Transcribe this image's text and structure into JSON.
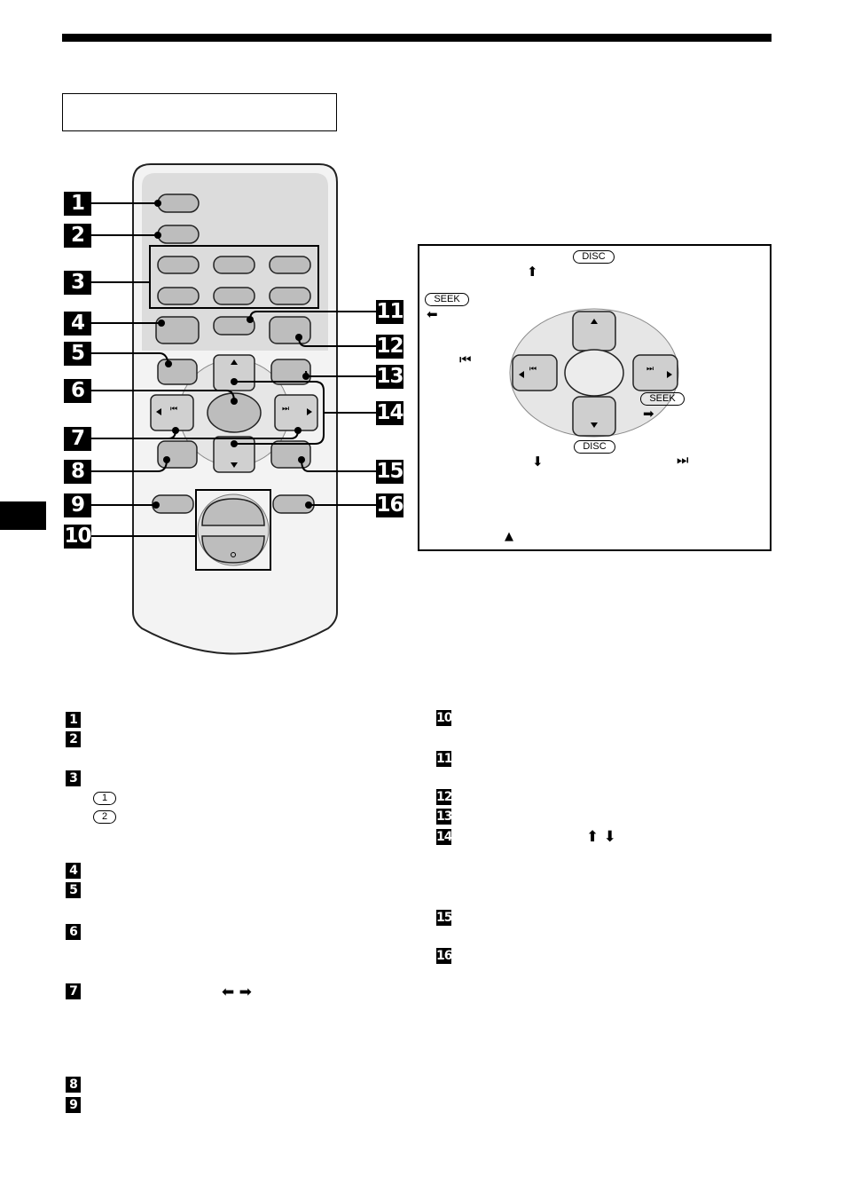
{
  "callouts": [
    "1",
    "2",
    "3",
    "4",
    "5",
    "6",
    "7",
    "8",
    "9",
    "10",
    "11",
    "12",
    "13",
    "14",
    "15",
    "16"
  ],
  "inset": {
    "disc_top": "DISC",
    "disc_bottom": "DISC",
    "seek_left": "SEEK",
    "seek_right": "SEEK",
    "up_arrow": "⬆",
    "down_arrow": "⬇",
    "left_arrow": "⬅",
    "right_arrow": "➡",
    "prev_symbol": "⏮",
    "next_symbol": "⏭",
    "eject_symbol": "▲"
  },
  "legend": {
    "circle_1": "1",
    "circle_2": "2",
    "item_7_arrows": "⬅ ➡",
    "item_14_arrows": "⬆ ⬇"
  }
}
